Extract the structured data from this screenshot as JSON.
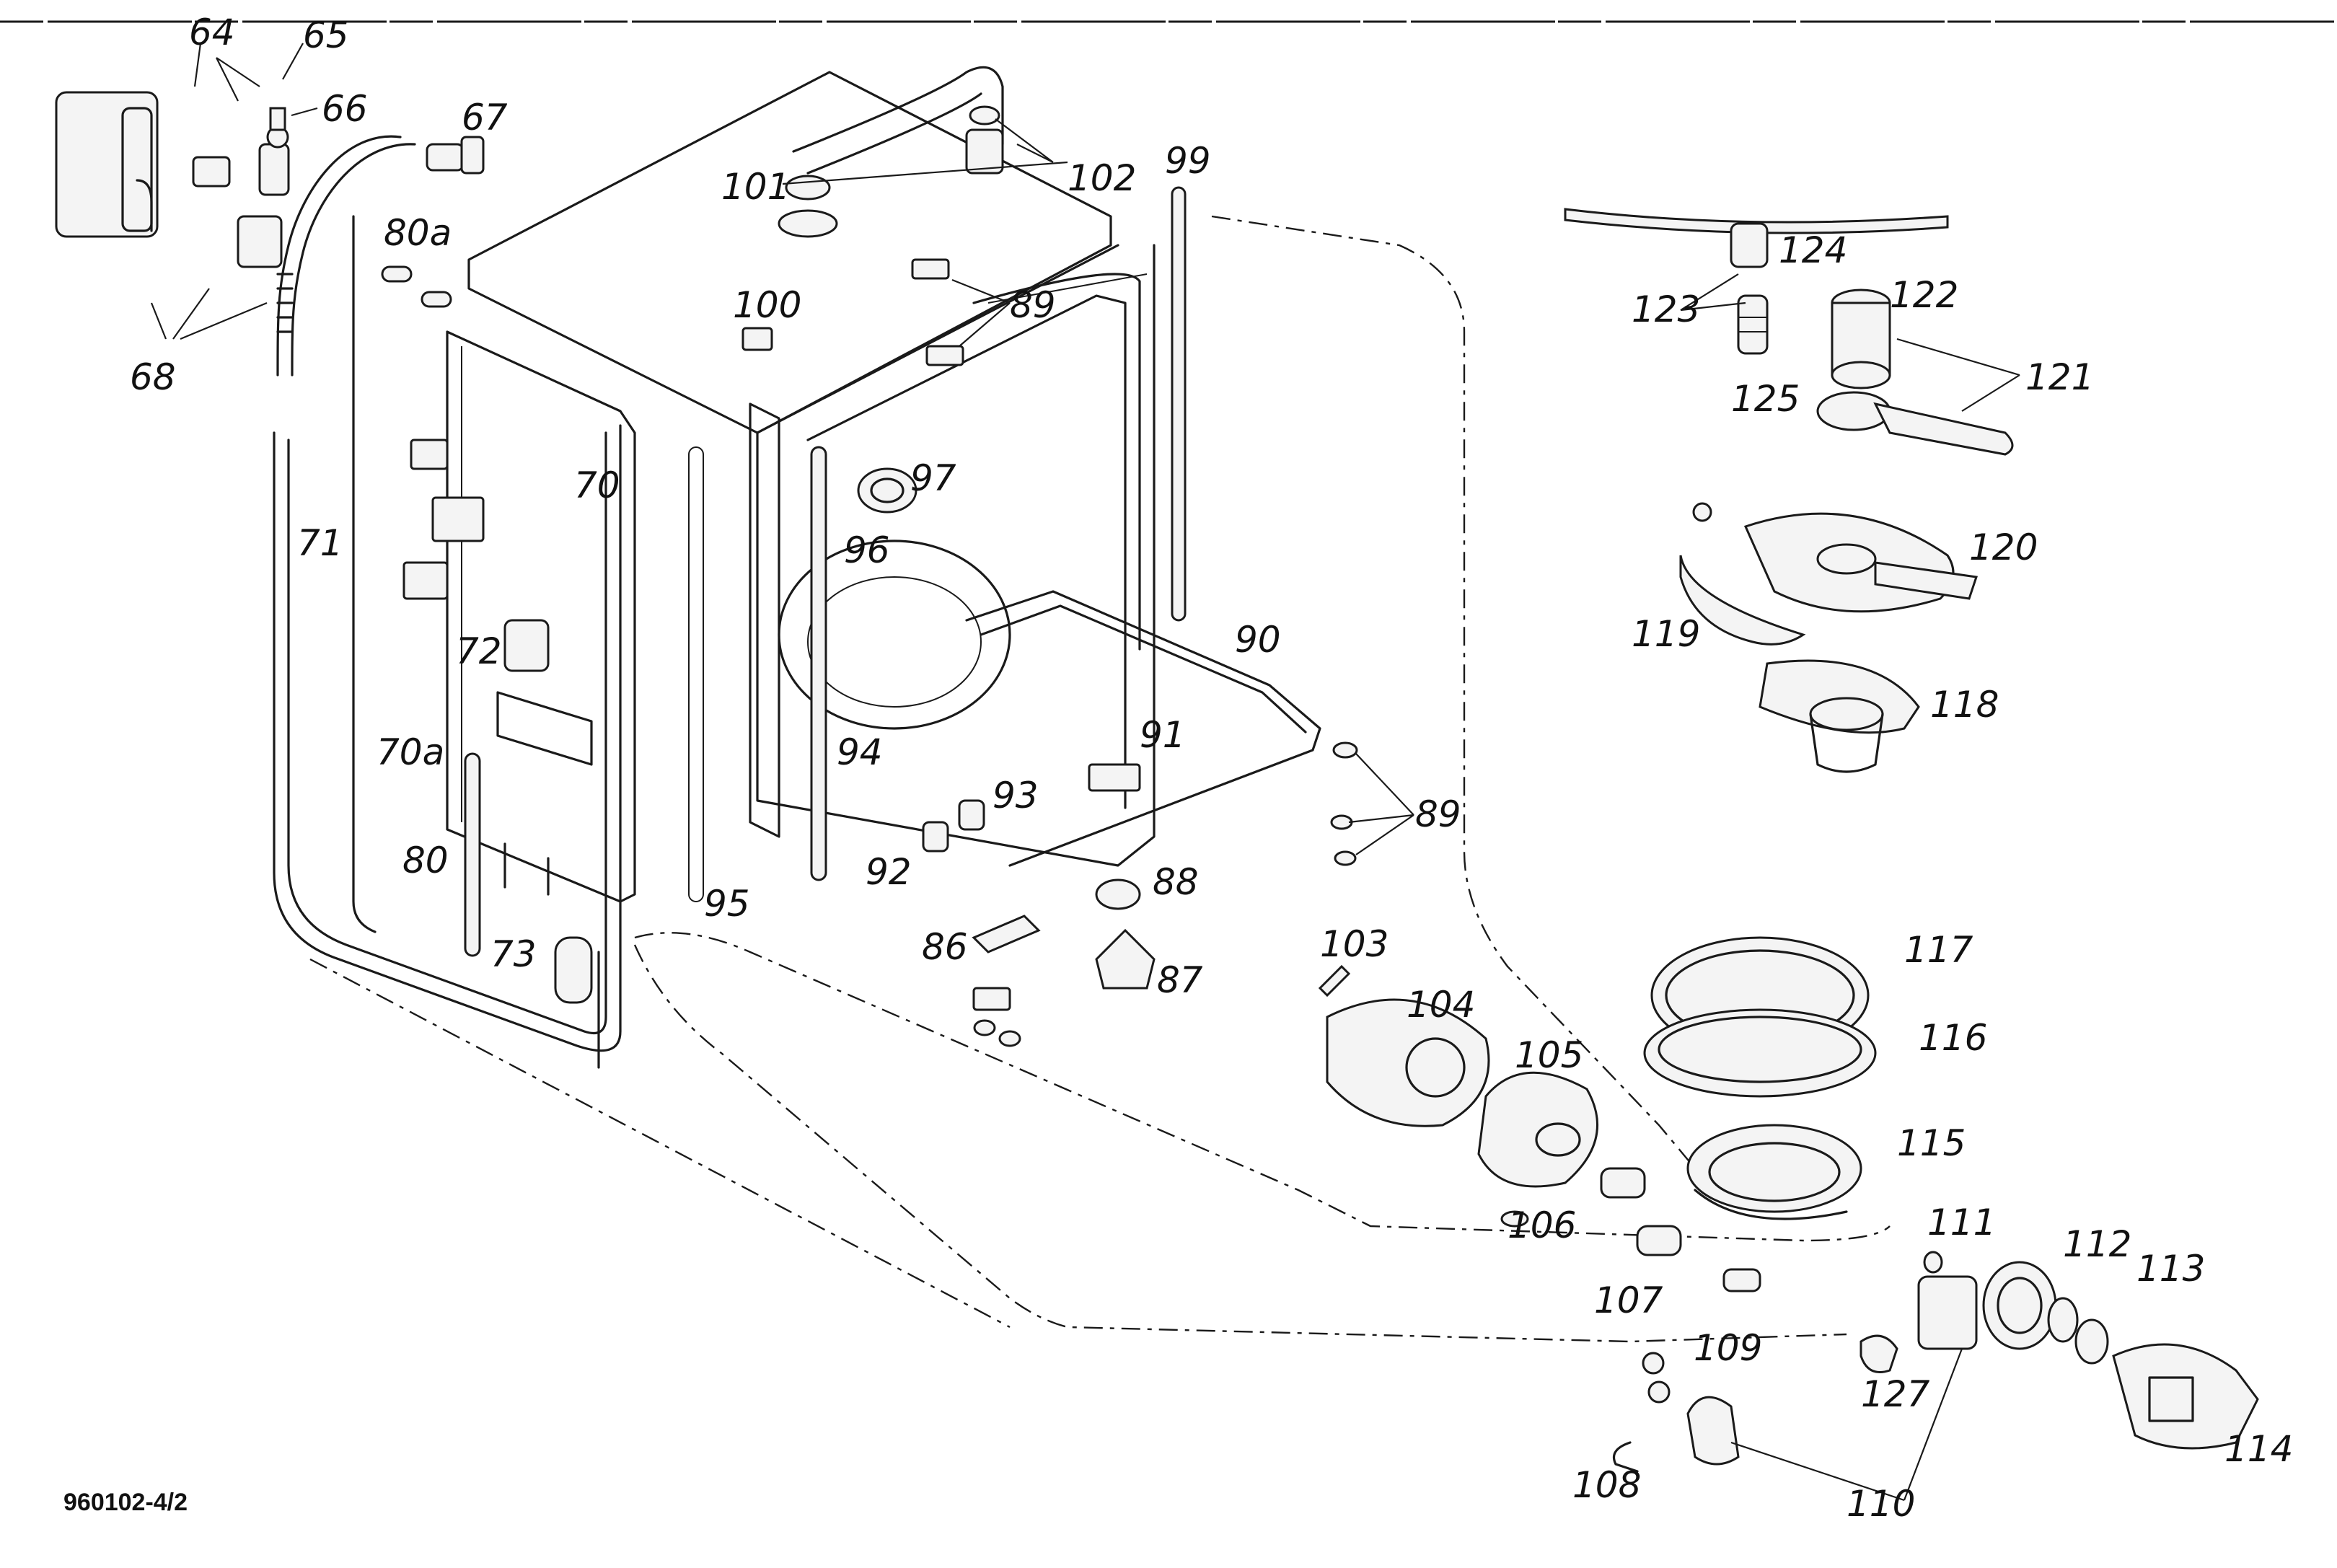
{
  "drawing_code": "960102-4/2",
  "part_labels": {
    "p64": "64",
    "p65": "65",
    "p66": "66",
    "p67": "67",
    "p68": "68",
    "p70": "70",
    "p70a": "70a",
    "p71": "71",
    "p72": "72",
    "p73": "73",
    "p80": "80",
    "p80a": "80a",
    "p86": "86",
    "p87": "87",
    "p88": "88",
    "p89a": "89",
    "p89b": "89",
    "p90": "90",
    "p91": "91",
    "p92": "92",
    "p93": "93",
    "p94": "94",
    "p95": "95",
    "p96": "96",
    "p97": "97",
    "p99": "99",
    "p100": "100",
    "p101": "101",
    "p102": "102",
    "p103": "103",
    "p104": "104",
    "p105": "105",
    "p106": "106",
    "p107": "107",
    "p108": "108",
    "p109": "109",
    "p110": "110",
    "p111": "111",
    "p112": "112",
    "p113": "113",
    "p114": "114",
    "p115": "115",
    "p116": "116",
    "p117": "117",
    "p118": "118",
    "p119": "119",
    "p120": "120",
    "p121": "121",
    "p122": "122",
    "p123": "123",
    "p124": "124",
    "p125": "125",
    "p127": "127"
  }
}
